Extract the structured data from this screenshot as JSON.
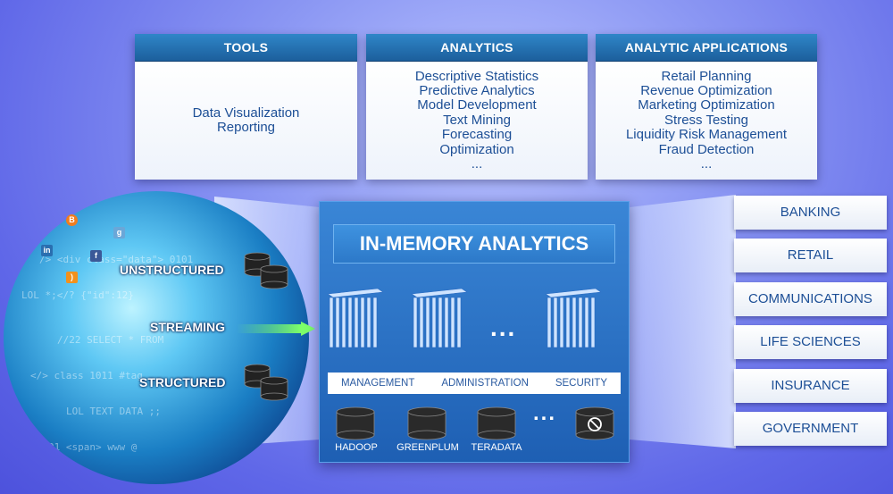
{
  "panels": [
    {
      "title": "TOOLS",
      "items": [
        "Data Visualization",
        "Reporting"
      ]
    },
    {
      "title": "ANALYTICS",
      "items": [
        "Descriptive Statistics",
        "Predictive Analytics",
        "Model Development",
        "Text Mining",
        "Forecasting",
        "Optimization",
        "..."
      ]
    },
    {
      "title": "ANALYTIC APPLICATIONS",
      "items": [
        "Retail Planning",
        "Revenue Optimization",
        "Marketing Optimization",
        "Stress Testing",
        "Liquidity Risk Management",
        "Fraud Detection",
        "..."
      ]
    }
  ],
  "hub": {
    "title": "IN-MEMORY ANALYTICS",
    "dots": "...",
    "services": [
      "MANAGEMENT",
      "ADMINISTRATION",
      "SECURITY"
    ],
    "databases": [
      "HADOOP",
      "GREENPLUM",
      "TERADATA"
    ],
    "db_dots": "..."
  },
  "sources": {
    "unstructured": "UNSTRUCTURED",
    "streaming": "STREAMING",
    "structured": "STRUCTURED"
  },
  "industries": [
    "BANKING",
    "RETAIL",
    "COMMUNICATIONS",
    "LIFE SCIENCES",
    "INSURANCE",
    "GOVERNMENT"
  ],
  "social_icons": [
    "blogger-icon",
    "google-icon",
    "linkedin-icon",
    "facebook-icon",
    "rss-icon"
  ],
  "colors": {
    "panel_header": "#1c5f9c",
    "hub": "#1e5fb3",
    "text_blue": "#1d4f96",
    "stream_arrow": "#7dff6a"
  }
}
